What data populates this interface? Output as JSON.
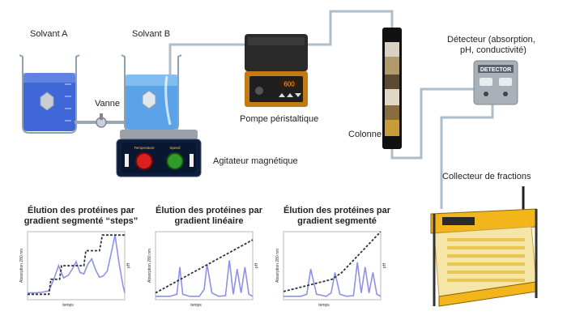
{
  "labels": {
    "solvent_a": "Solvant A",
    "solvent_b": "Solvant B",
    "valve": "Vanne",
    "pump": "Pompe péristaltique",
    "stirrer": "Agitateur magnétique",
    "column": "Colonne",
    "detector_line1": "Détecteur (absorption,",
    "detector_line2": "pH, conductivité)",
    "collector": "Collecteur de fractions",
    "detector_device": "DETECTOR",
    "pump_display": "600",
    "stirrer_temperature": "Temperature",
    "stirrer_speed": "Speed"
  },
  "colors": {
    "tube": "#aebdca",
    "liquid": "#3f67d8",
    "absorbance_curve": "#8d92e8",
    "ph_line": "#333333",
    "collector_body": "#f2b51b",
    "knob_red": "#d8201c",
    "knob_green": "#2f9a2a"
  },
  "chart_data": [
    {
      "type": "line",
      "title_line1": "Élution des protéines par",
      "title_line2": "gradient segmenté “steps”",
      "xlabel": "temps",
      "ylabel": "Absorption 280 nm",
      "y2label": "pH",
      "series": [
        {
          "x": [
            0,
            8,
            15,
            22,
            27,
            32,
            37,
            42,
            46,
            50,
            54,
            58,
            62,
            66,
            70,
            74,
            78,
            82,
            86,
            90,
            94,
            98,
            100
          ],
          "y": [
            0.1,
            0.1,
            0.11,
            0.13,
            0.3,
            0.5,
            0.32,
            0.36,
            0.45,
            0.56,
            0.4,
            0.38,
            0.52,
            0.6,
            0.44,
            0.33,
            0.35,
            0.42,
            0.68,
            0.95,
            0.55,
            0.22,
            0.1
          ]
        },
        {
          "x": [
            0,
            22,
            24,
            33,
            35,
            58,
            60,
            74,
            77,
            100
          ],
          "y": [
            0.08,
            0.08,
            0.3,
            0.3,
            0.5,
            0.5,
            0.72,
            0.72,
            0.95,
            0.95
          ]
        }
      ]
    },
    {
      "type": "line",
      "title_line1": "Élution des protéines par",
      "title_line2": "gradient linéaire",
      "xlabel": "temps",
      "ylabel": "Absorption 280 nm",
      "y2label": "pH",
      "series": [
        {
          "x": [
            0,
            15,
            22,
            25,
            28,
            35,
            45,
            50,
            53,
            58,
            65,
            72,
            76,
            80,
            84,
            88,
            92,
            96,
            100
          ],
          "y": [
            0.05,
            0.05,
            0.08,
            0.48,
            0.08,
            0.05,
            0.05,
            0.15,
            0.52,
            0.1,
            0.05,
            0.06,
            0.58,
            0.08,
            0.45,
            0.1,
            0.48,
            0.08,
            0.05
          ]
        },
        {
          "x": [
            0,
            100
          ],
          "y": [
            0.1,
            0.88
          ]
        }
      ]
    },
    {
      "type": "line",
      "title_line1": "Élution des protéines par",
      "title_line2": "gradient segmenté",
      "xlabel": "temps",
      "ylabel": "Absorption 280 nm",
      "y2label": "pH",
      "series": [
        {
          "x": [
            0,
            18,
            24,
            28,
            34,
            44,
            49,
            53,
            58,
            65,
            72,
            76,
            80,
            84,
            88,
            92,
            96,
            100
          ],
          "y": [
            0.05,
            0.05,
            0.08,
            0.45,
            0.08,
            0.05,
            0.1,
            0.4,
            0.08,
            0.05,
            0.06,
            0.55,
            0.1,
            0.48,
            0.1,
            0.4,
            0.08,
            0.05
          ]
        },
        {
          "x": [
            0,
            50,
            60,
            100
          ],
          "y": [
            0.12,
            0.3,
            0.4,
            1.0
          ]
        }
      ]
    }
  ]
}
